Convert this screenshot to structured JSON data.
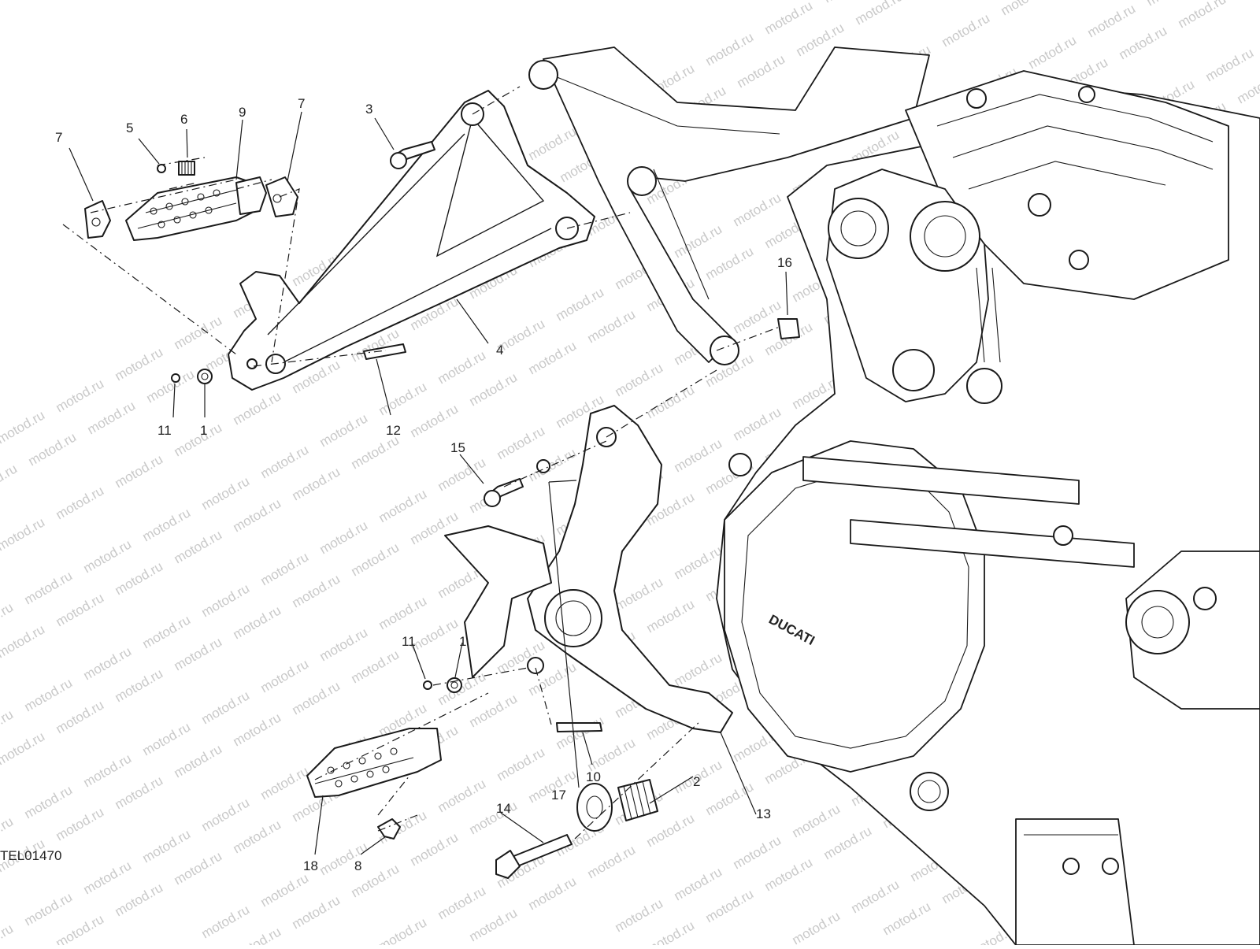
{
  "diagram": {
    "watermark": "motod.ru",
    "code_label": "TEL01470",
    "engine_brand": "DUCATI",
    "callouts": [
      "7",
      "5",
      "6",
      "9",
      "7",
      "3",
      "4",
      "16",
      "11",
      "1",
      "12",
      "15",
      "11",
      "1",
      "10",
      "17",
      "2",
      "13",
      "14",
      "18",
      "8"
    ]
  }
}
